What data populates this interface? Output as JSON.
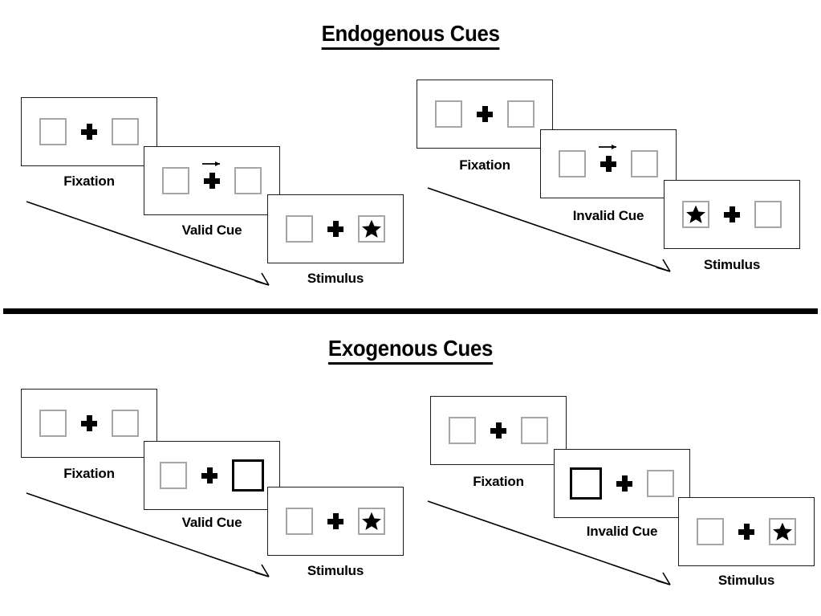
{
  "sections": [
    {
      "id": "endogenous",
      "title": "Endogenous Cues",
      "groups": [
        {
          "id": "endogenous-valid",
          "cue_type": "arrow",
          "panels": [
            {
              "id": "fixation",
              "label": "Fixation",
              "left_box": "empty",
              "right_box": "empty",
              "center": "cross"
            },
            {
              "id": "valid-cue",
              "label": "Valid Cue",
              "left_box": "empty",
              "right_box": "empty",
              "center": "cross-with-arrow",
              "arrow_direction": "right"
            },
            {
              "id": "stimulus",
              "label": "Stimulus",
              "left_box": "empty",
              "right_box": "star",
              "center": "cross"
            }
          ]
        },
        {
          "id": "endogenous-invalid",
          "cue_type": "arrow",
          "panels": [
            {
              "id": "fixation",
              "label": "Fixation",
              "left_box": "empty",
              "right_box": "empty",
              "center": "cross"
            },
            {
              "id": "invalid-cue",
              "label": "Invalid Cue",
              "left_box": "empty",
              "right_box": "empty",
              "center": "cross-with-arrow",
              "arrow_direction": "right"
            },
            {
              "id": "stimulus",
              "label": "Stimulus",
              "left_box": "star",
              "right_box": "empty",
              "center": "cross"
            }
          ]
        }
      ]
    },
    {
      "id": "exogenous",
      "title": "Exogenous Cues",
      "groups": [
        {
          "id": "exogenous-valid",
          "cue_type": "box-flash",
          "panels": [
            {
              "id": "fixation",
              "label": "Fixation",
              "left_box": "empty",
              "right_box": "empty",
              "center": "cross"
            },
            {
              "id": "valid-cue",
              "label": "Valid Cue",
              "left_box": "empty",
              "right_box": "highlight",
              "center": "cross"
            },
            {
              "id": "stimulus",
              "label": "Stimulus",
              "left_box": "empty",
              "right_box": "star",
              "center": "cross"
            }
          ]
        },
        {
          "id": "exogenous-invalid",
          "cue_type": "box-flash",
          "panels": [
            {
              "id": "fixation",
              "label": "Fixation",
              "left_box": "empty",
              "right_box": "empty",
              "center": "cross"
            },
            {
              "id": "invalid-cue",
              "label": "Invalid Cue",
              "left_box": "highlight",
              "right_box": "empty",
              "center": "cross"
            },
            {
              "id": "stimulus",
              "label": "Stimulus",
              "left_box": "empty",
              "right_box": "star",
              "center": "cross"
            }
          ]
        }
      ]
    }
  ],
  "labels": {
    "en_v_fixation": "Fixation",
    "en_v_cue": "Valid Cue",
    "en_v_stim": "Stimulus",
    "en_i_fixation": "Fixation",
    "en_i_cue": "Invalid Cue",
    "en_i_stim": "Stimulus",
    "ex_v_fixation": "Fixation",
    "ex_v_cue": "Valid Cue",
    "ex_v_stim": "Stimulus",
    "ex_i_fixation": "Fixation",
    "ex_i_cue": "Invalid Cue",
    "ex_i_stim": "Stimulus"
  },
  "titles": {
    "endogenous": "Endogenous Cues",
    "exogenous": "Exogenous Cues"
  },
  "colors": {
    "panel_border": "#1a1a1a",
    "box_border": "#a6a6a6",
    "highlight_border": "#000000",
    "ink": "#000000",
    "background": "#ffffff"
  },
  "icons": {
    "fixation": "plus-cross-icon",
    "cue_arrow": "arrow-right-icon",
    "target": "star-icon",
    "flow": "diagonal-arrow-icon"
  }
}
